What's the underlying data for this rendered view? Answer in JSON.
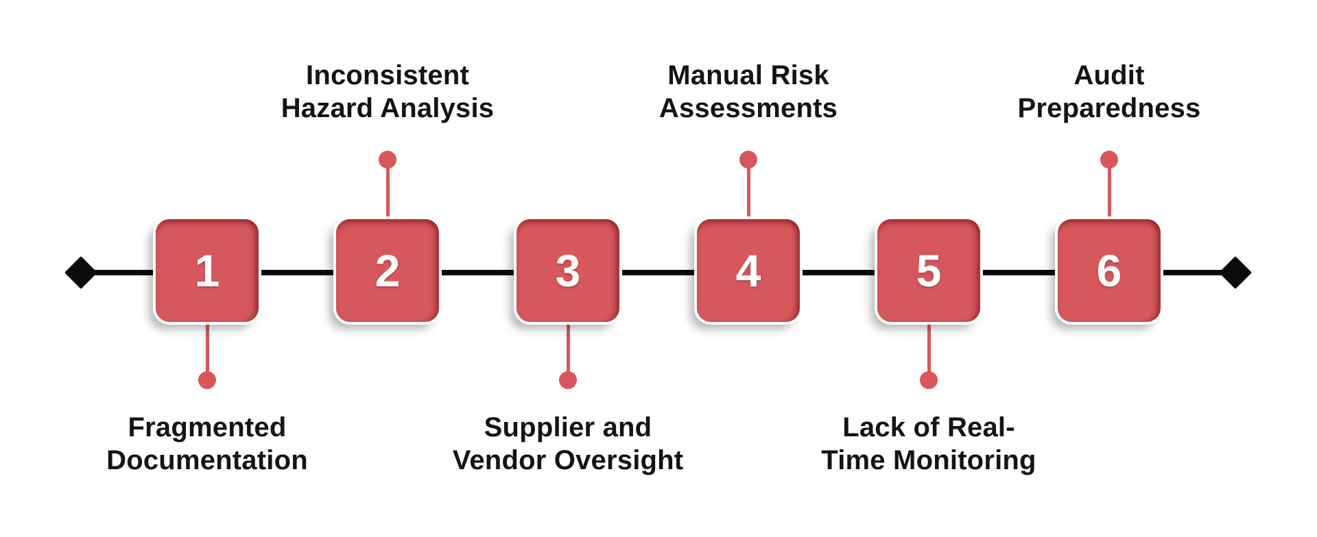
{
  "diagram": {
    "type": "horizontal-milestone-timeline",
    "colors": {
      "node_red": "#d6575c",
      "node_inner_shadow_red": "#7d1b1f",
      "connector_red": "#d9565b",
      "timeline_black": "#0a0a0a",
      "label_text": "#141414",
      "number_text": "#ffffff",
      "background": "#ffffff"
    }
  },
  "milestones": [
    {
      "number": "1",
      "position": "below",
      "label_lines": [
        "Fragmented",
        "Documentation"
      ]
    },
    {
      "number": "2",
      "position": "above",
      "label_lines": [
        "Inconsistent",
        "Hazard Analysis"
      ]
    },
    {
      "number": "3",
      "position": "below",
      "label_lines": [
        "Supplier and",
        "Vendor Oversight"
      ]
    },
    {
      "number": "4",
      "position": "above",
      "label_lines": [
        "Manual Risk",
        "Assessments"
      ]
    },
    {
      "number": "5",
      "position": "below",
      "label_lines": [
        "Lack of Real-",
        "Time Monitoring"
      ]
    },
    {
      "number": "6",
      "position": "above",
      "label_lines": [
        "Audit",
        "Preparedness"
      ]
    }
  ]
}
